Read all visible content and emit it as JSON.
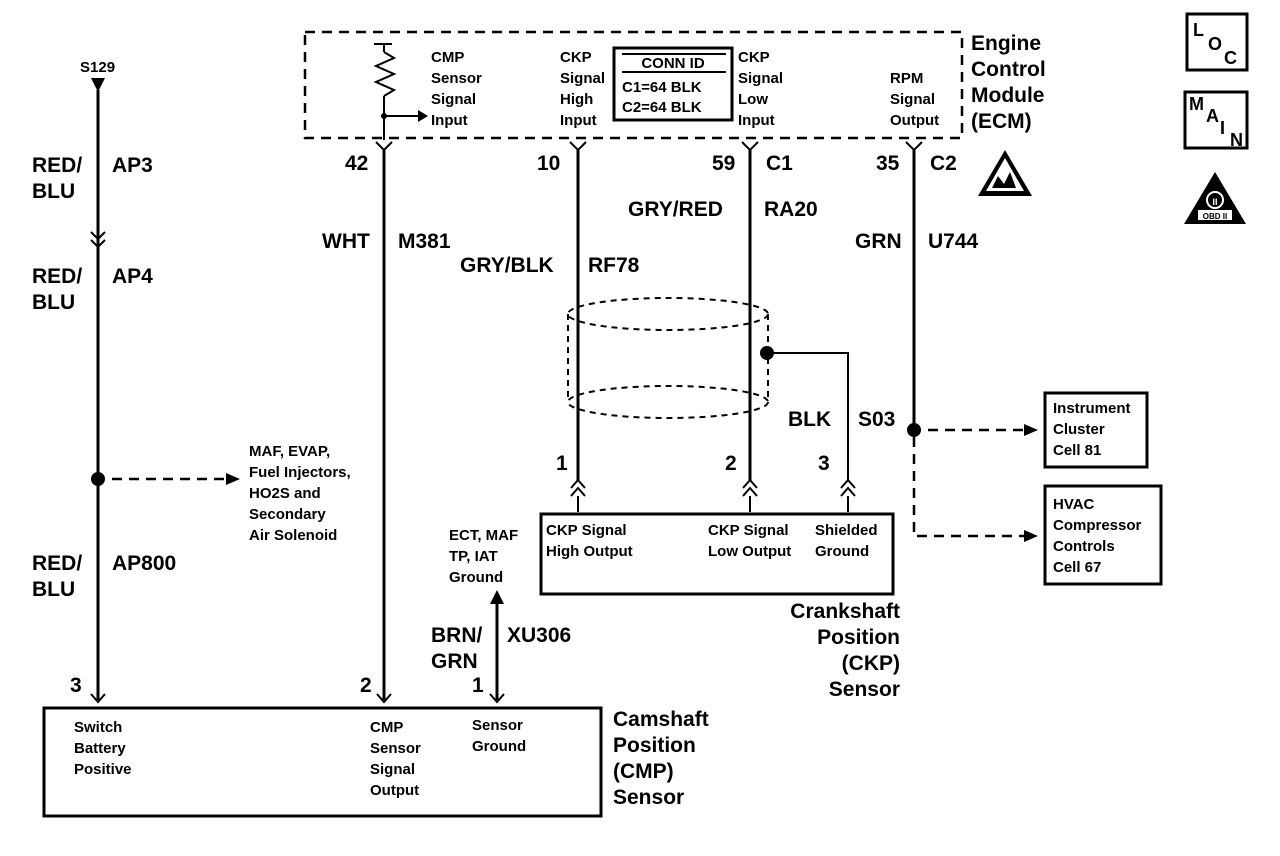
{
  "ecm": {
    "name": [
      "Engine",
      "Control",
      "Module",
      "(ECM)"
    ],
    "cmp_input": [
      "CMP",
      "Sensor",
      "Signal",
      "Input"
    ],
    "ckp_high_input": [
      "CKP",
      "Signal",
      "High",
      "Input"
    ],
    "ckp_low_input": [
      "CKP",
      "Signal",
      "Low",
      "Input"
    ],
    "rpm_output": [
      "RPM",
      "Signal",
      "Output"
    ],
    "conn_id": {
      "title": "CONN ID",
      "c1": "C1=64 BLK",
      "c2": "C2=64 BLK"
    },
    "pins": {
      "p42": "42",
      "p10": "10",
      "p59": "59",
      "c1": "C1",
      "p35": "35",
      "c2": "C2"
    }
  },
  "wires": {
    "s129": "S129",
    "ap3_color": [
      "RED/",
      "BLU"
    ],
    "ap3": "AP3",
    "ap4_color": [
      "RED/",
      "BLU"
    ],
    "ap4": "AP4",
    "ap800_color": [
      "RED/",
      "BLU"
    ],
    "ap800": "AP800",
    "m381_color": "WHT",
    "m381": "M381",
    "rf78_color": "GRY/BLK",
    "rf78": "RF78",
    "ra20_color": "GRY/RED",
    "ra20": "RA20",
    "u744_color": "GRN",
    "u744": "U744",
    "s03_color": "BLK",
    "s03": "S03",
    "xu306_color": [
      "BRN/",
      "GRN"
    ],
    "xu306": "XU306"
  },
  "splice_branch": [
    "MAF, EVAP,",
    "Fuel Injectors,",
    "HO2S and",
    "Secondary",
    "Air Solenoid"
  ],
  "ground_ref": [
    "ECT, MAF",
    "TP, IAT",
    "Ground"
  ],
  "instrument_cluster": [
    "Instrument",
    "Cluster",
    "Cell 81"
  ],
  "hvac": [
    "HVAC",
    "Compressor",
    "Controls",
    "Cell 67"
  ],
  "ckp_sensor": {
    "name": [
      "Crankshaft",
      "Position",
      "(CKP)",
      "Sensor"
    ],
    "pin1": "1",
    "pin2": "2",
    "pin3": "3",
    "high_output": [
      "CKP Signal",
      "High Output"
    ],
    "low_output": [
      "CKP Signal",
      "Low Output"
    ],
    "shield": [
      "Shielded",
      "Ground"
    ]
  },
  "cmp_sensor": {
    "name": [
      "Camshaft",
      "Position",
      "(CMP)",
      "Sensor"
    ],
    "pin3": "3",
    "pin2": "2",
    "pin1": "1",
    "battery": [
      "Switch",
      "Battery",
      "Positive"
    ],
    "signal_output": [
      "CMP",
      "Sensor",
      "Signal",
      "Output"
    ],
    "ground": [
      "Sensor",
      "Ground"
    ]
  },
  "icons": {
    "loc": {
      "l": "L",
      "o": "O",
      "c": "C"
    },
    "main": {
      "m": "M",
      "a": "A",
      "i": "I",
      "n": "N"
    },
    "obd": {
      "top": "II",
      "bottom": "OBD II"
    }
  }
}
